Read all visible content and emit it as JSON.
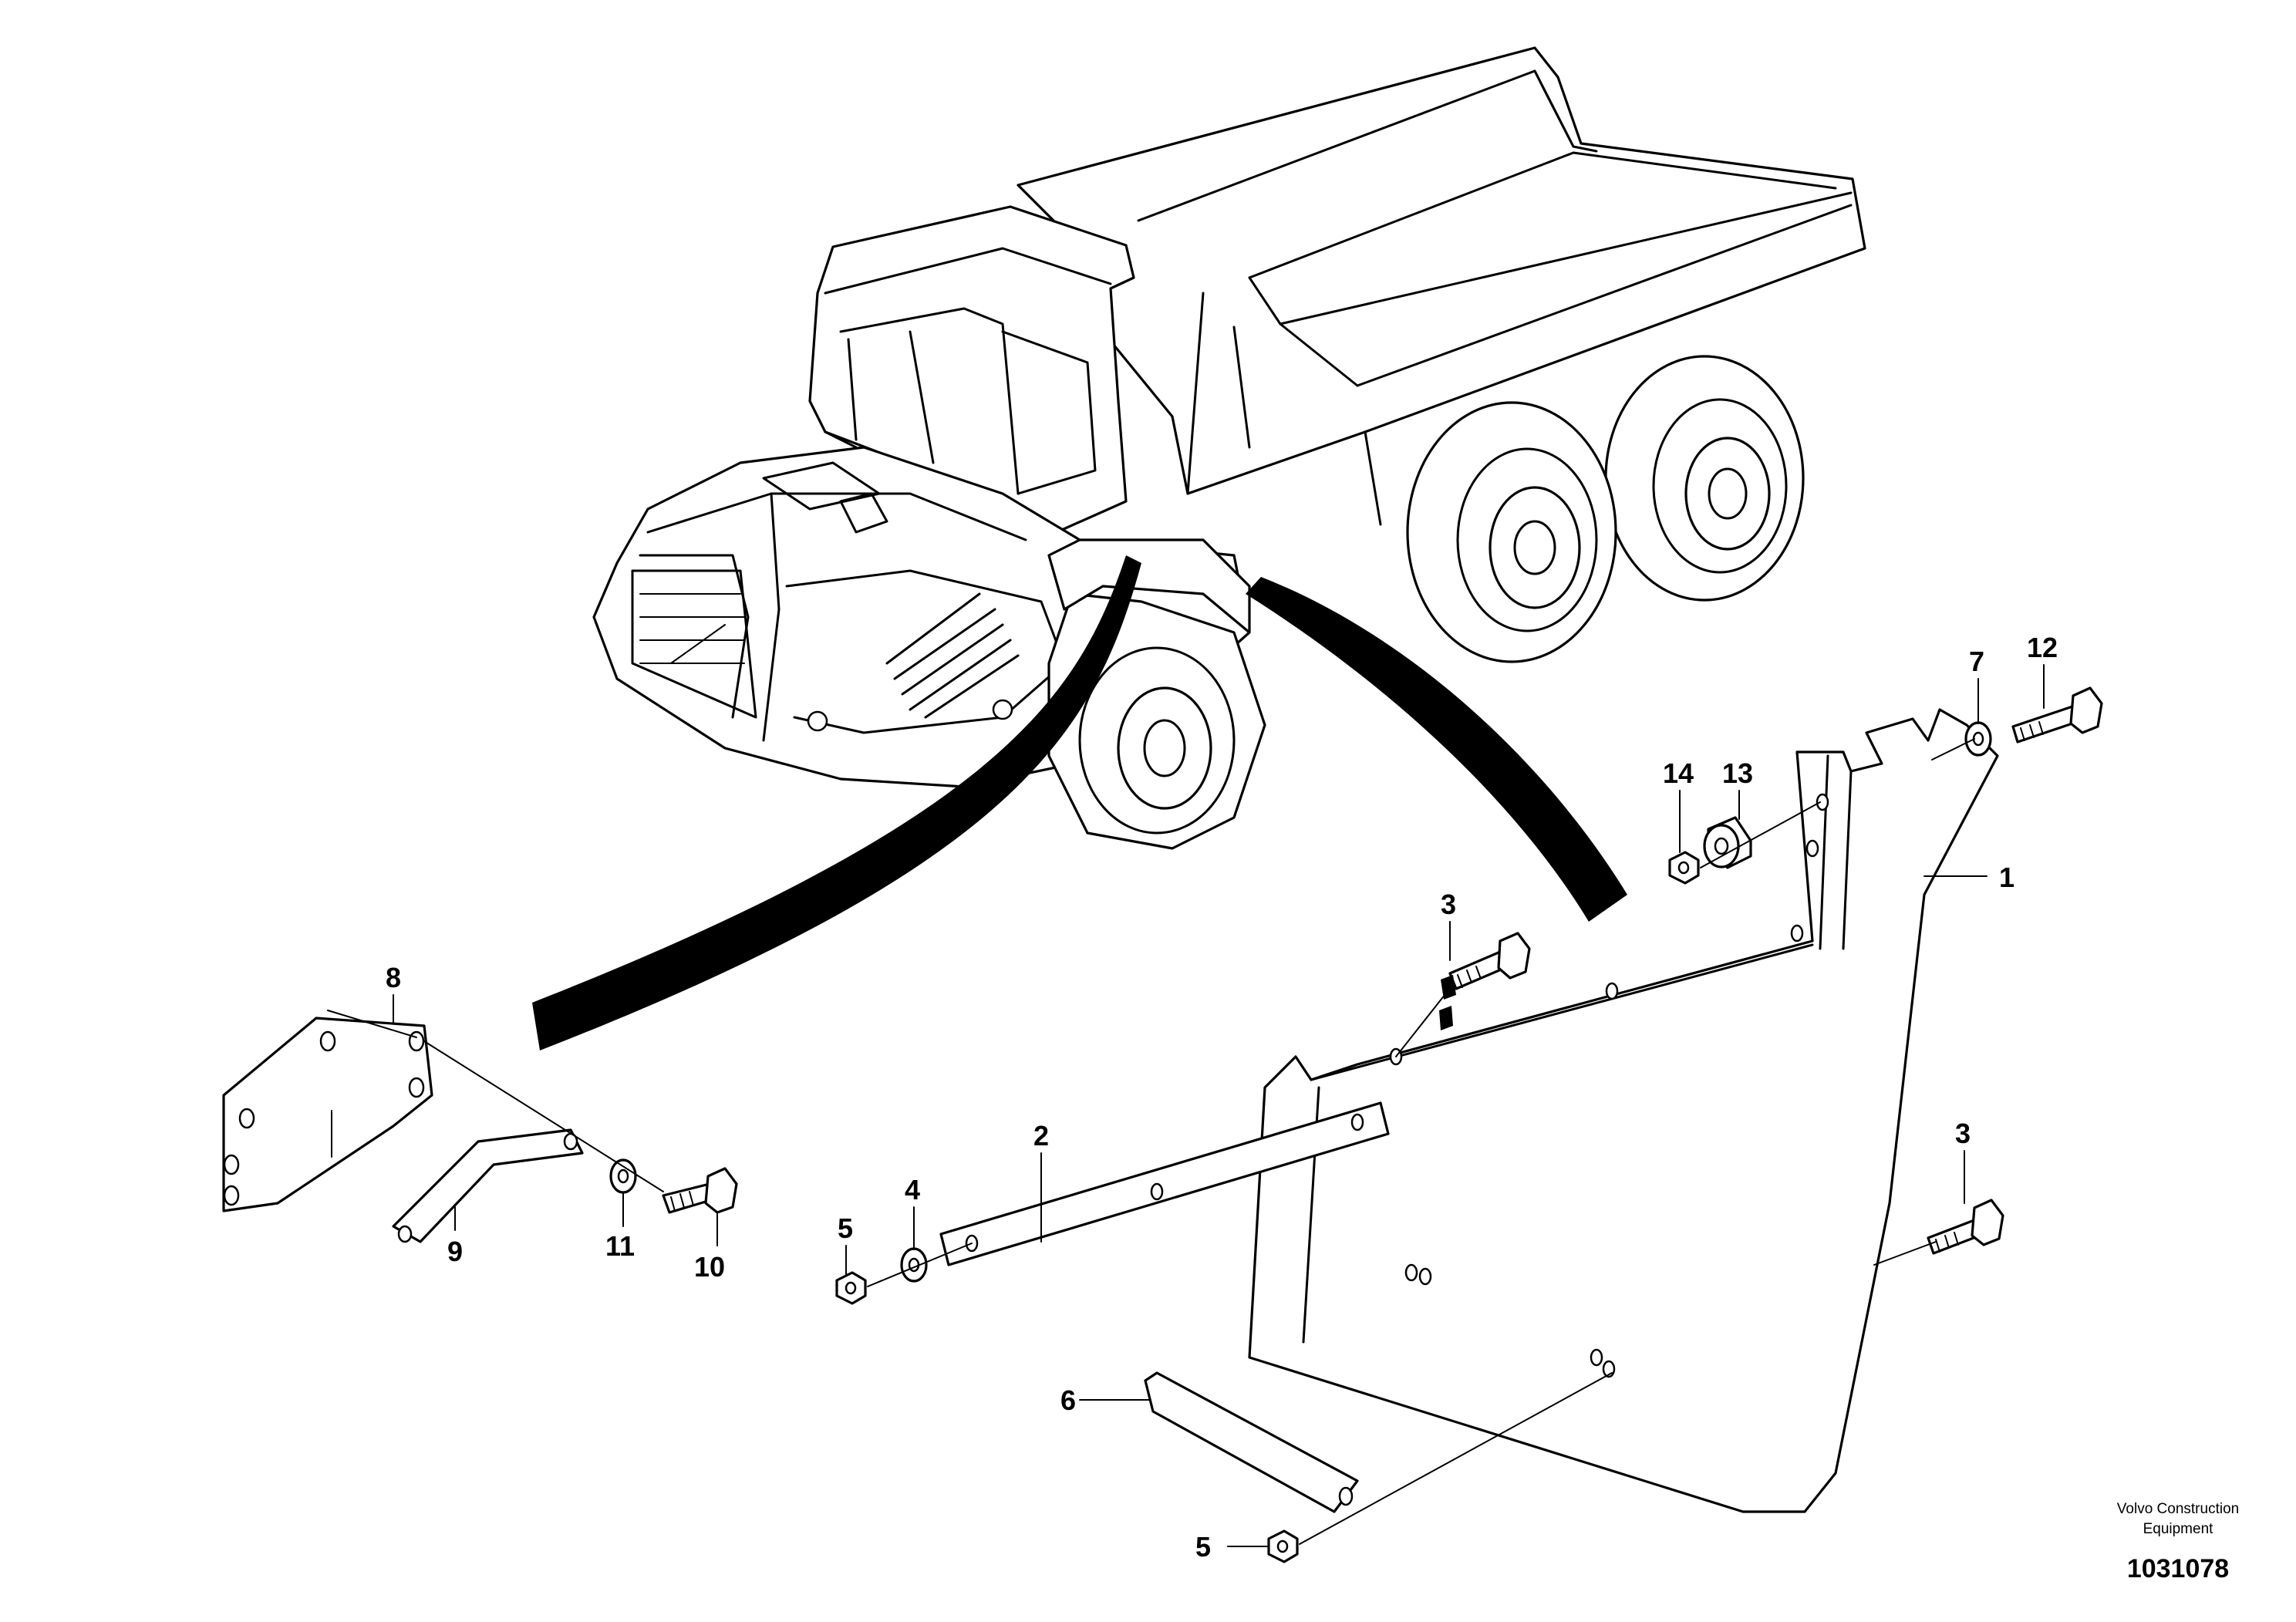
{
  "callouts": {
    "c1": "1",
    "c2": "2",
    "c3a": "3",
    "c3b": "3",
    "c4": "4",
    "c5a": "5",
    "c5b": "5",
    "c6": "6",
    "c7": "7",
    "c8": "8",
    "c9": "9",
    "c10": "10",
    "c11": "11",
    "c12": "12",
    "c13": "13",
    "c14": "14"
  },
  "credit": {
    "line1": "Volvo Construction",
    "line2": "Equipment"
  },
  "document_number": "1031078"
}
